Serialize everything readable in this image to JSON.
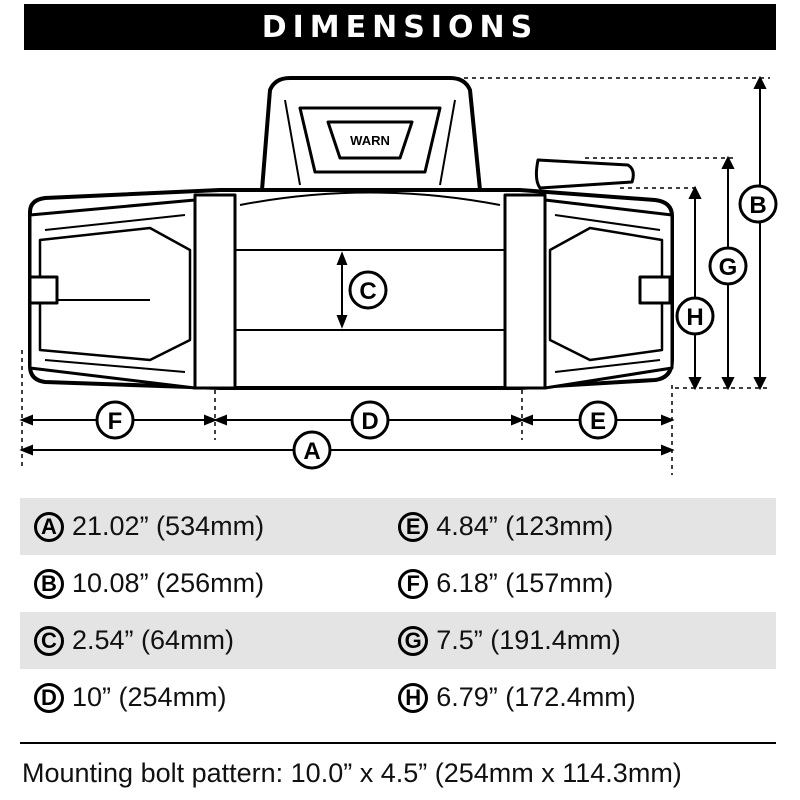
{
  "header": {
    "title": "DIMENSIONS"
  },
  "diagram": {
    "labels": {
      "a": "A",
      "b": "B",
      "c": "C",
      "d": "D",
      "e": "E",
      "f": "F",
      "g": "G",
      "h": "H"
    },
    "logo_text": "WARN"
  },
  "specs": [
    {
      "left": {
        "letter": "A",
        "value": "21.02” (534mm)"
      },
      "right": {
        "letter": "E",
        "value": "4.84” (123mm)"
      }
    },
    {
      "left": {
        "letter": "B",
        "value": "10.08” (256mm)"
      },
      "right": {
        "letter": "F",
        "value": "6.18” (157mm)"
      }
    },
    {
      "left": {
        "letter": "C",
        "value": "2.54” (64mm)"
      },
      "right": {
        "letter": "G",
        "value": "7.5” (191.4mm)"
      }
    },
    {
      "left": {
        "letter": "D",
        "value": "10” (254mm)"
      },
      "right": {
        "letter": "H",
        "value": "6.79” (172.4mm)"
      }
    }
  ],
  "footer": {
    "text": "Mounting bolt pattern: 10.0” x 4.5” (254mm x 114.3mm)"
  }
}
